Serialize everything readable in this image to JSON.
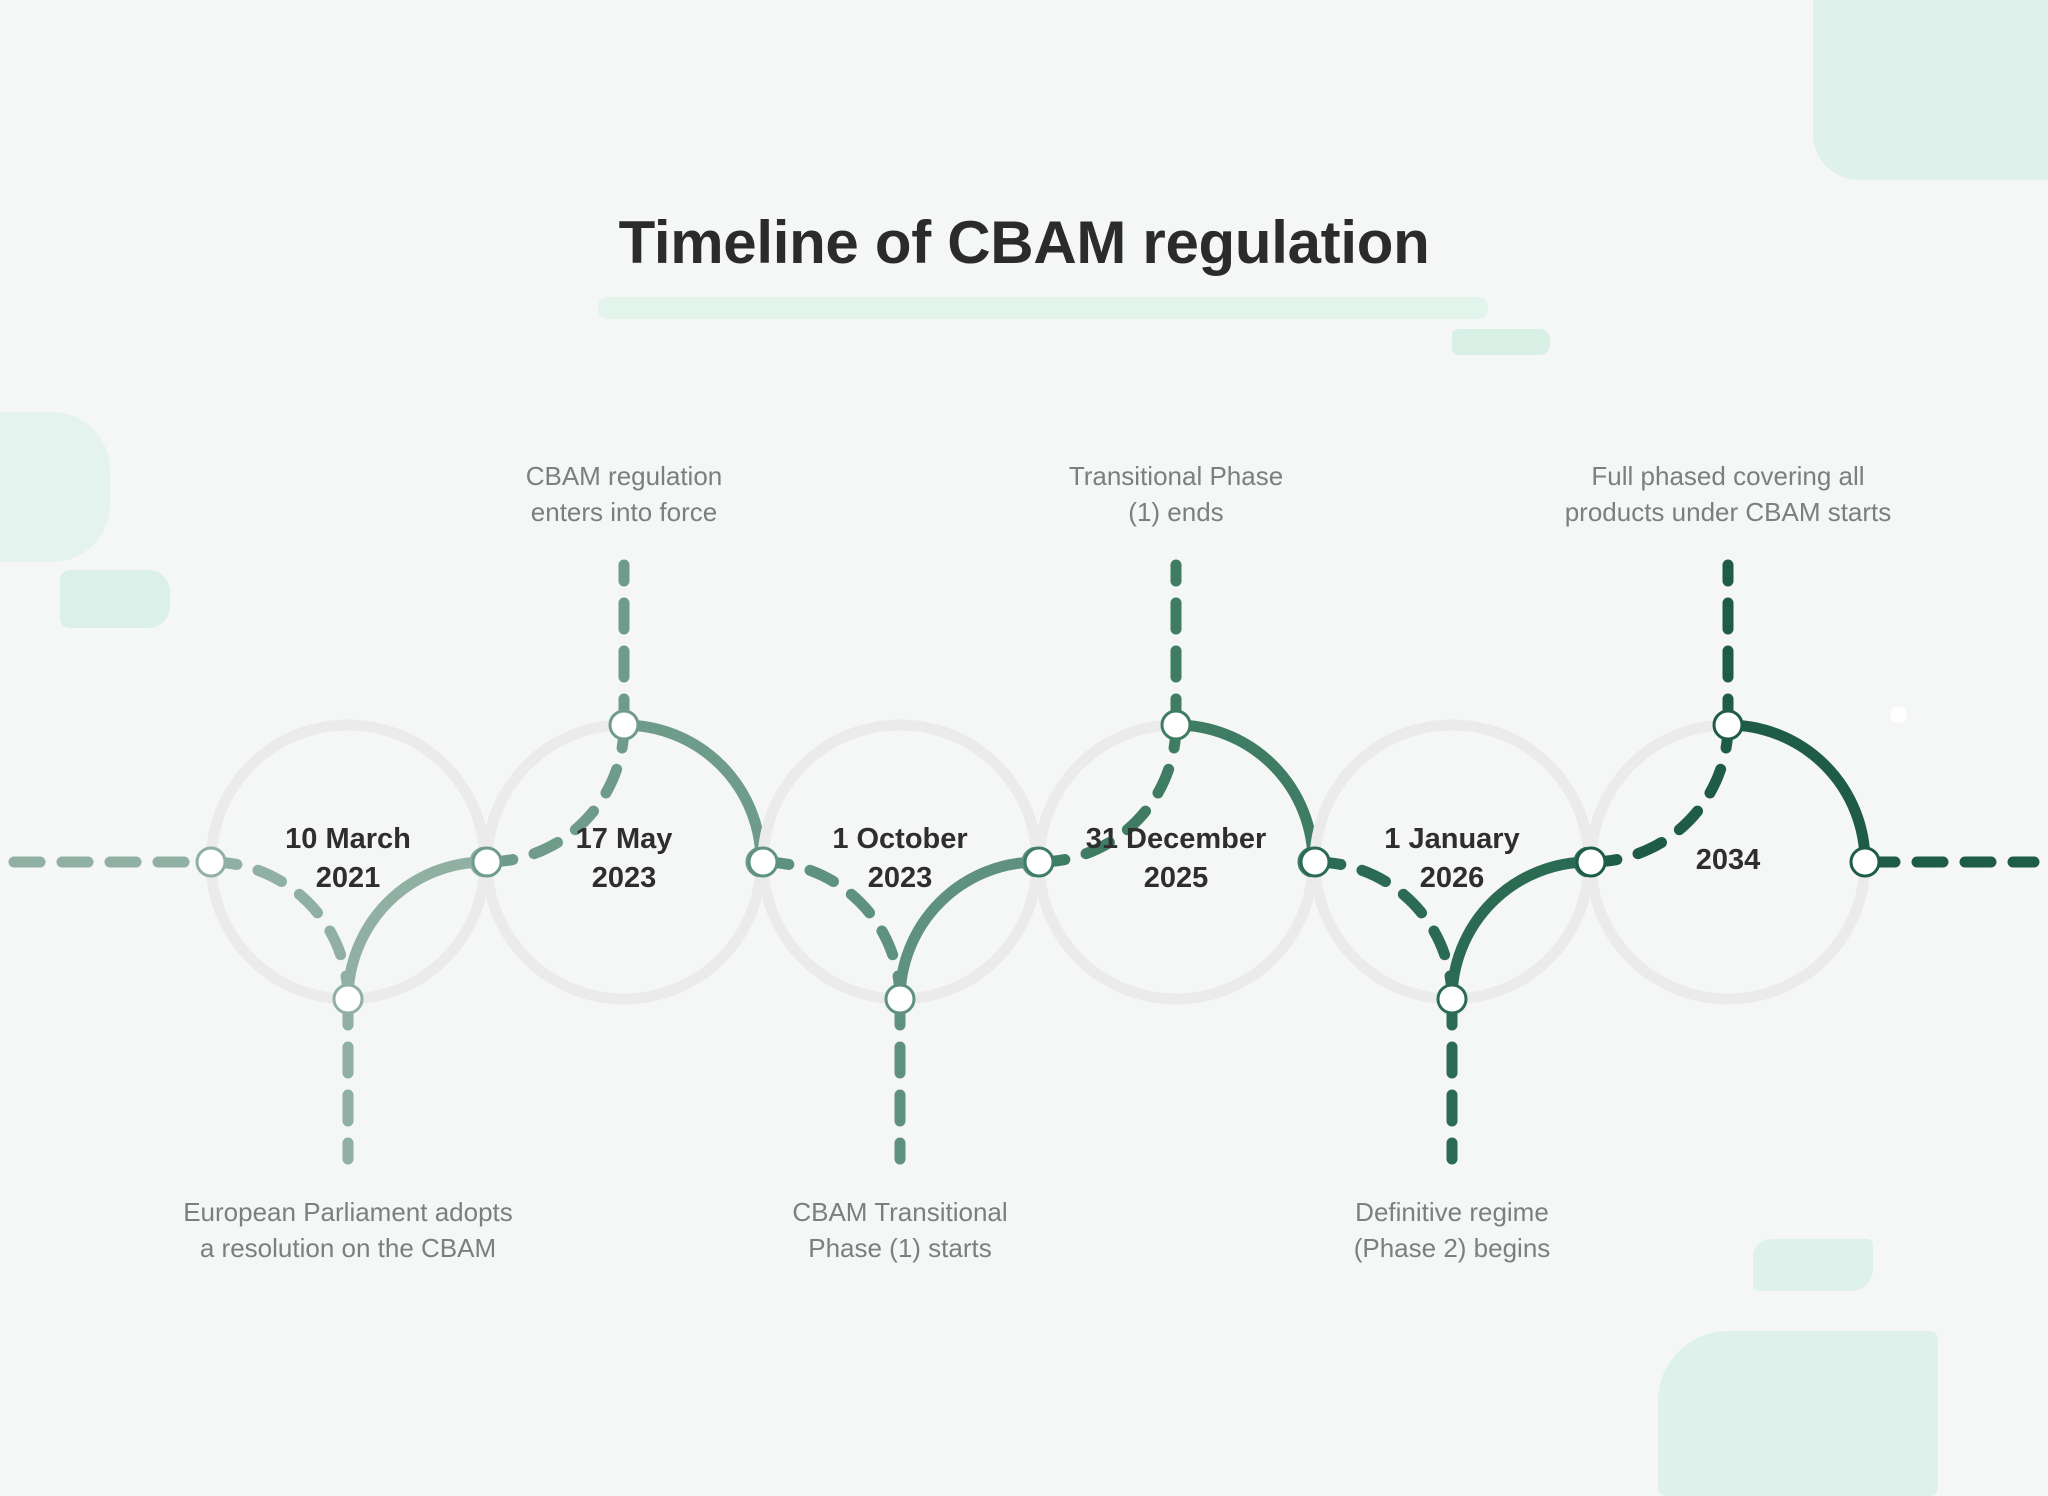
{
  "page": {
    "title": "Timeline of CBAM regulation",
    "background_color": "#f5f6f6",
    "title_color": "#2b2b2b",
    "caption_color": "#7b7f7e",
    "date_color": "#2e2e2e",
    "track_color": "#ebebeb",
    "accent_light": "#8fb0a2",
    "accent_dark": "#1e5c47"
  },
  "chart_data": {
    "type": "timeline",
    "title": "Timeline of CBAM regulation",
    "orientation": "horizontal",
    "milestone_count": 6,
    "milestones": [
      {
        "index": 1,
        "date": "10 March\n2021",
        "date_line1": "10 March",
        "date_line2": "2021",
        "caption": "European Parliament adopts\na resolution on the CBAM",
        "caption_position": "below",
        "color": "#8fb0a2"
      },
      {
        "index": 2,
        "date": "17 May\n2023",
        "date_line1": "17 May",
        "date_line2": "2023",
        "caption": "CBAM regulation\nenters into force",
        "caption_position": "above",
        "color": "#6f9c8a"
      },
      {
        "index": 3,
        "date": "1 October\n2023",
        "date_line1": "1 October",
        "date_line2": "2023",
        "caption": "CBAM Transitional\nPhase (1) starts",
        "caption_position": "below",
        "color": "#5e9180"
      },
      {
        "index": 4,
        "date": "31 December\n2025",
        "date_line1": "31 December",
        "date_line2": "2025",
        "caption": "Transitional Phase\n(1) ends",
        "caption_position": "above",
        "color": "#3f7c64"
      },
      {
        "index": 5,
        "date": "1 January\n2026",
        "date_line1": "1 January",
        "date_line2": "2026",
        "caption": "Definitive regime\n(Phase 2) begins",
        "caption_position": "below",
        "color": "#2c6b53"
      },
      {
        "index": 6,
        "date": "2034",
        "date_line1": "2034",
        "date_line2": "",
        "caption": "Full phased covering all\nproducts under CBAM starts",
        "caption_position": "above",
        "color": "#1e5c47"
      }
    ]
  }
}
